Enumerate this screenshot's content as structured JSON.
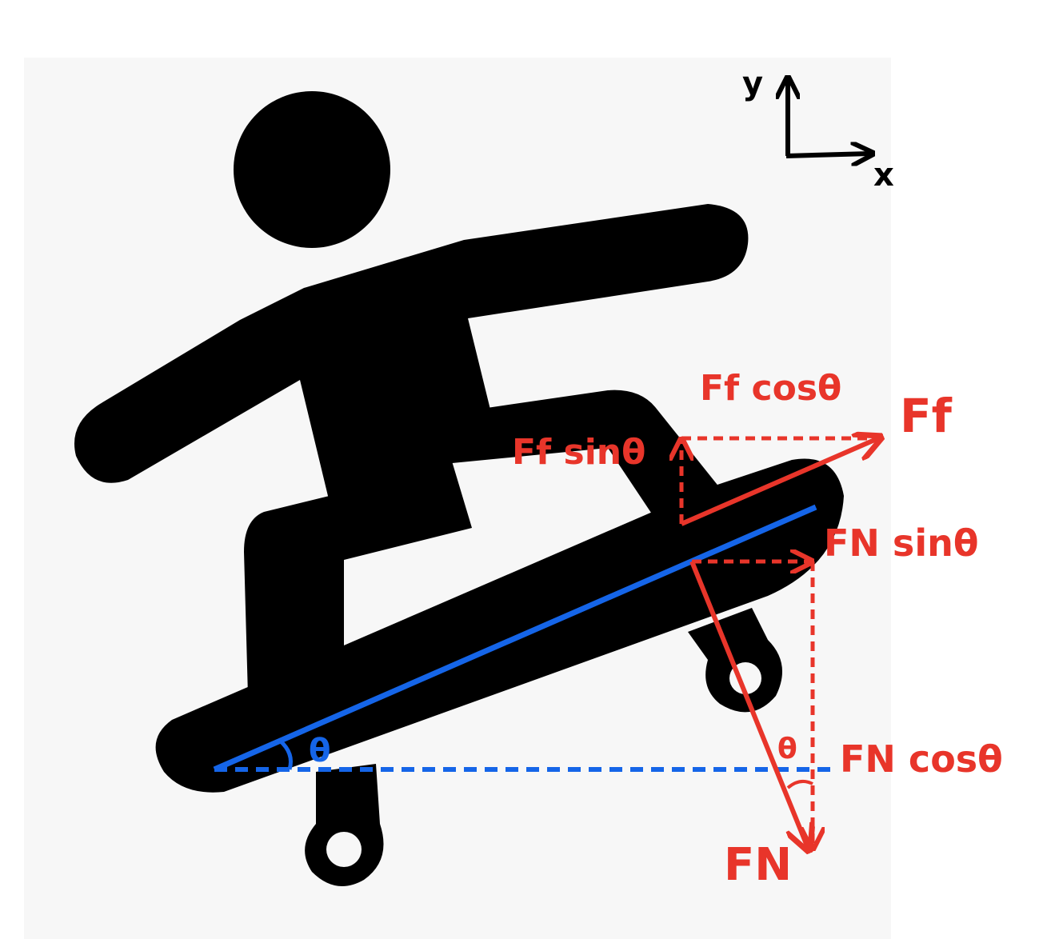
{
  "axes": {
    "y_label": "y",
    "x_label": "x"
  },
  "labels": {
    "ff": "Ff",
    "ff_cos": "Ff cosθ",
    "ff_sin": "Ff sinθ",
    "fn": "FN",
    "fn_sin": "FN sinθ",
    "fn_cos": "FN cosθ",
    "theta_board": "θ",
    "theta_normal": "θ"
  },
  "colors": {
    "force": "#e8352a",
    "board_line": "#1565e8",
    "figure": "#000000",
    "panel": "#f7f7f7"
  }
}
